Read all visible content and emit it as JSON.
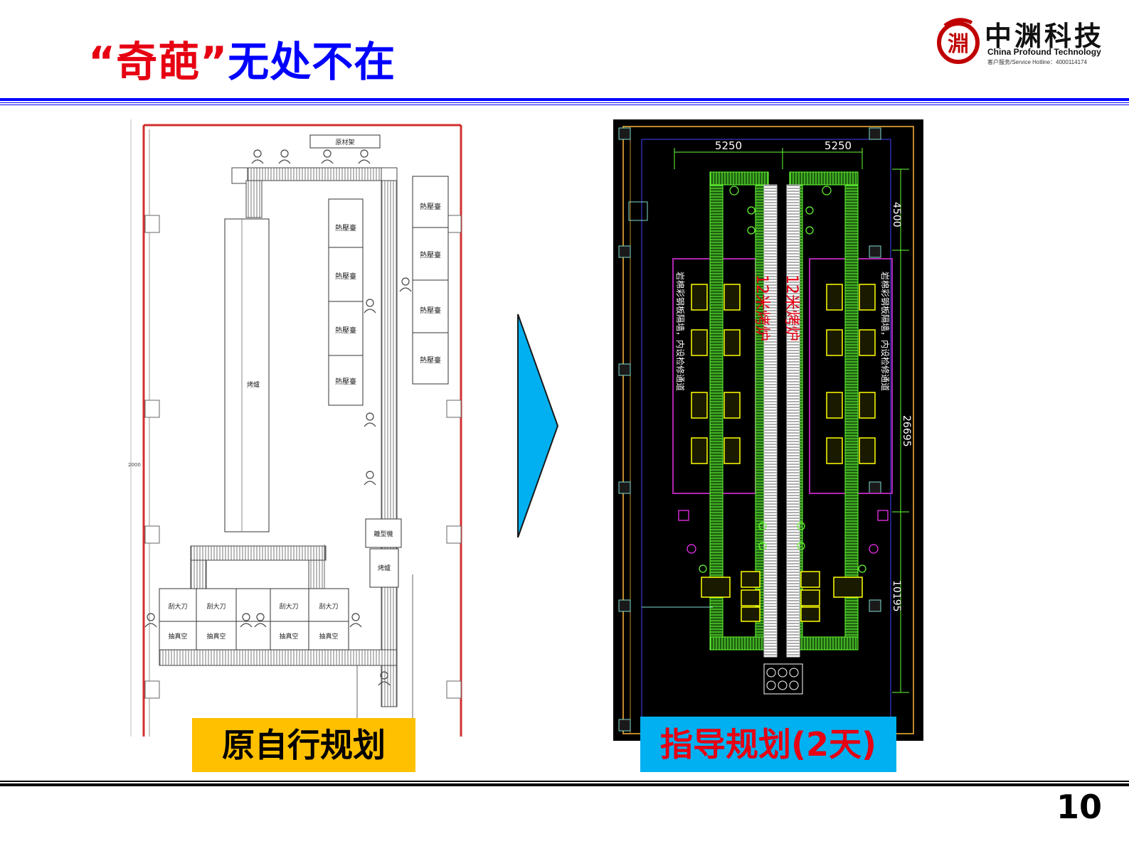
{
  "title": {
    "quote_part": "“奇葩”",
    "rest_part": "无处不在"
  },
  "logo": {
    "mark_char": "淵",
    "name_cn": "中渊科技",
    "name_en": "China Profound Technology",
    "hotline": "客户服务/Service Hotline：4000114174"
  },
  "left_plan": {
    "material_rack": "原材架",
    "heat_press": "熱壓臺",
    "oven": "烤爐",
    "scraper": "刮大刀",
    "vacuum": "抽真空",
    "molding_machine": "離型機",
    "dimension": "2000",
    "caption": "原自行规划"
  },
  "right_plan": {
    "dim_top_left": "5250",
    "dim_top_right": "5250",
    "dim_upper": "4500",
    "dim_total": "26695",
    "dim_lower": "10195",
    "oven_left_label": "12米烤炉",
    "oven_right_label": "12米烤炉",
    "wall_note": "岩棉彩钢板隔墙，内设检修通道",
    "caption": "指导规划(2天)"
  },
  "page_number": "10",
  "colors": {
    "red": "#e60012",
    "blue": "#0000ff",
    "yellow": "#ffc000",
    "cyan": "#00b0f0",
    "arrow": "#00b0f0"
  }
}
